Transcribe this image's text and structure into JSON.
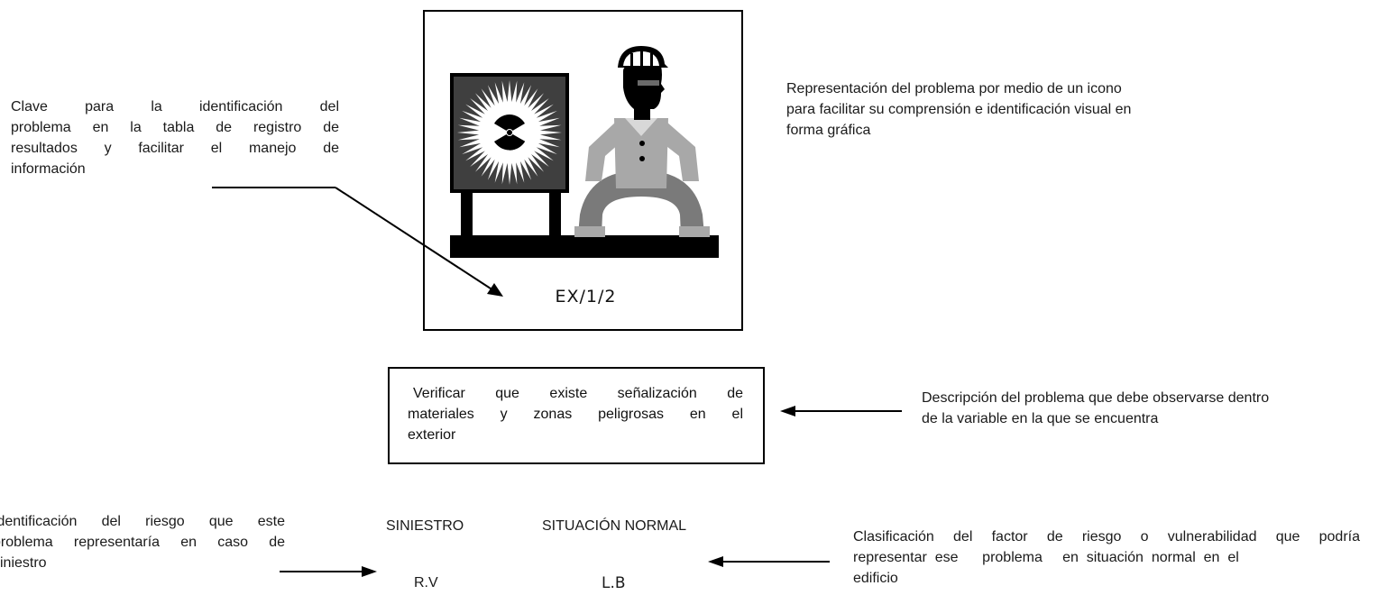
{
  "icon": {
    "code": "EX/1/2",
    "symbol": "radiation-warning-sign-with-worker"
  },
  "annotations": {
    "key_label": [
      "Clave  para  la  identificación  del",
      "problema en la tabla de registro de",
      "resultados  y  facilitar  el  manejo  de",
      "información"
    ],
    "icon_label": [
      "Representación del problema por medio de un icono",
      "para facilitar su comprensión e identificación visual en",
      "forma gráfica"
    ],
    "description_label": [
      "Descripción del problema que debe observarse dentro",
      "de la variable en la que se encuentra"
    ],
    "risk_label": [
      "Identificación  del  riesgo  que  este",
      "problema representaría en caso de",
      "siniestro"
    ],
    "classification_label": [
      "Clasificación del factor de riesgo o vulnerabilidad que podría",
      "representar  ese      problema     en  situación  normal  en  el",
      "edificio"
    ]
  },
  "description_box": {
    "lines": [
      "Verificar   que existe señalización de",
      "materiales  y  zonas  peligrosas  en  el",
      "exterior"
    ]
  },
  "columns": {
    "siniestro": {
      "header": "SINIESTRO",
      "value": "R.V"
    },
    "situacion_normal": {
      "header": "SITUACIÓN NORMAL",
      "value": "L.B"
    }
  }
}
